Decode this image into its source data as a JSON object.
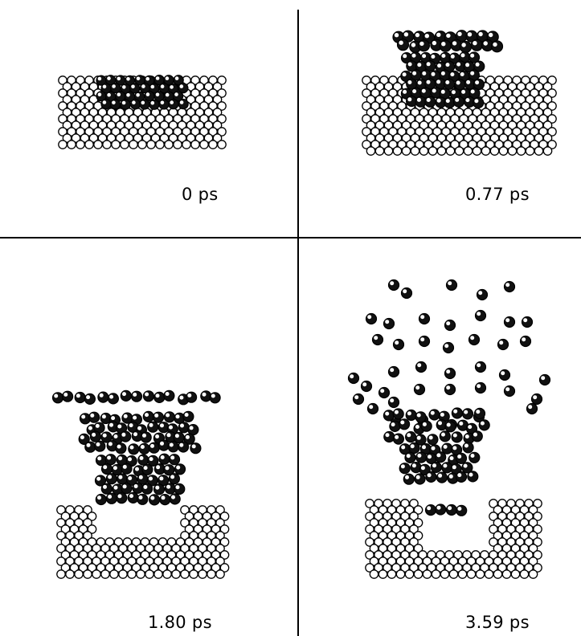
{
  "figure": {
    "panels": [
      {
        "time_label": "0 ps"
      },
      {
        "time_label": "0.77 ps"
      },
      {
        "time_label": "1.80 ps"
      },
      {
        "time_label": "3.59 ps"
      }
    ]
  },
  "colors": {
    "atom_fill": "#ffffff",
    "atom_outline": "#000000",
    "ejected_atom": "#111111",
    "divider": "#000000",
    "background": "#ffffff"
  }
}
